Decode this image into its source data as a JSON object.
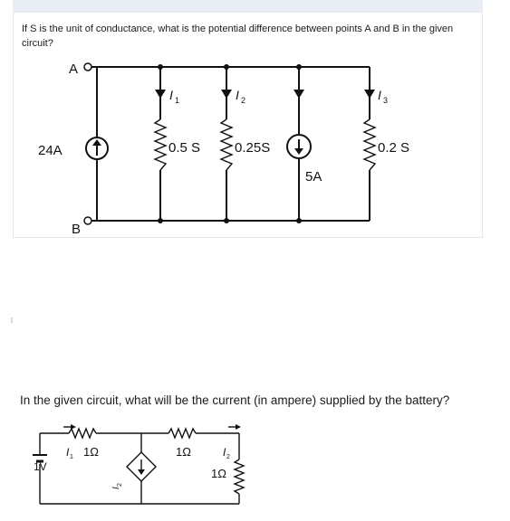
{
  "question1": {
    "text": "If S is the unit of conductance, what is the potential difference between points A and B in the given circuit?",
    "circuit": {
      "node_a": "A",
      "node_b": "B",
      "source_24": "24A",
      "i1": "I",
      "i1_sub": "1",
      "i2": "I",
      "i2_sub": "2",
      "i3": "I",
      "i3_sub": "3",
      "g05": "0.5 S",
      "g025": "0.25S",
      "source_5": "5A",
      "g02": "0.2 S"
    }
  },
  "question2": {
    "text": "In the given circuit, what will be the current (in ampere) supplied by the battery?",
    "circuit": {
      "i1": "I",
      "i1_sub": "1",
      "r1": "1Ω",
      "battery": "1V",
      "i2_small": "I",
      "i2_small_sub": "2",
      "r2": "1Ω",
      "i2": "I",
      "i2_sub": "2",
      "r3": "1Ω"
    }
  }
}
